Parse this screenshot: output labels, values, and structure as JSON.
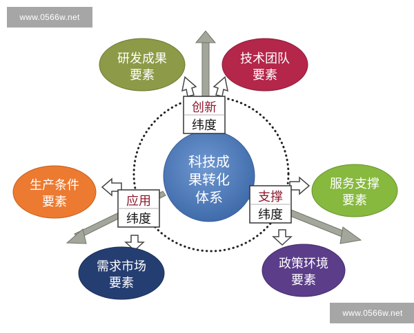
{
  "watermark": {
    "top": "www.0566w.net",
    "bottom": "www.0566w.net"
  },
  "center": {
    "lines": [
      "科技成",
      "果转化",
      "体系"
    ],
    "color": "#4d7ab8"
  },
  "dimensions": [
    {
      "accent": "创新",
      "suffix": "纬度"
    },
    {
      "accent": "应用",
      "suffix": "纬度"
    },
    {
      "accent": "支撑",
      "suffix": "纬度"
    }
  ],
  "elements": [
    {
      "lines": [
        "研发成果",
        "要素"
      ],
      "color": "#8d9a47"
    },
    {
      "lines": [
        "技术团队",
        "要素"
      ],
      "color": "#b4264a"
    },
    {
      "lines": [
        "生产条件",
        "要素"
      ],
      "color": "#ec7a30"
    },
    {
      "lines": [
        "服务支撑",
        "要素"
      ],
      "color": "#86b93e"
    },
    {
      "lines": [
        "需求市场",
        "要素"
      ],
      "color": "#253e72"
    },
    {
      "lines": [
        "政策环境",
        "要素"
      ],
      "color": "#5b3d8a"
    }
  ],
  "colors": {
    "accent_text": "#8e1a2e",
    "arrow": "#a3a79b",
    "arrow_stroke": "#6f7468"
  }
}
